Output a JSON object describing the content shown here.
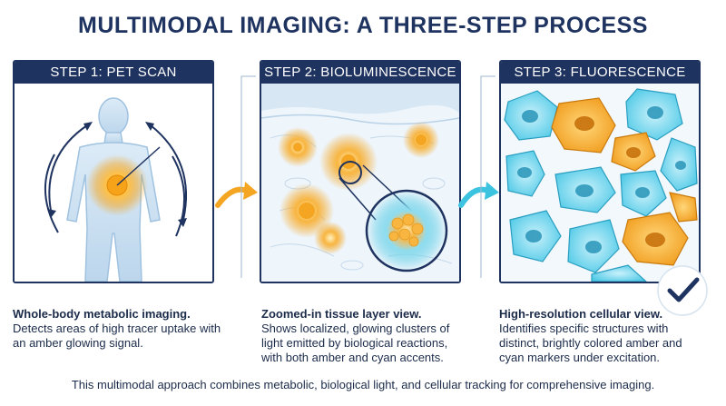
{
  "title": "MULTIMODAL IMAGING: A THREE-STEP PROCESS",
  "steps": [
    {
      "header": "STEP 1: PET SCAN",
      "lead": "Whole-body metabolic imaging.",
      "text": "Detects areas of high tracer uptake with an amber glowing signal."
    },
    {
      "header": "STEP 2: BIOLUMINESCENCE",
      "lead": "Zoomed-in tissue layer view.",
      "text": "Shows localized, glowing clusters of light emitted by biological reactions, with both amber and cyan accents."
    },
    {
      "header": "STEP 3: FLUORESCENCE",
      "lead": "High-resolution cellular view.",
      "text": "Identifies specific structures with distinct, brightly colored amber and cyan markers under excitation."
    }
  ],
  "footer": "This multimodal approach combines metabolic, biological light, and cellular tracking for comprehensive imaging.",
  "colors": {
    "navy": "#1f3360",
    "amber": "#f4a623",
    "cyan": "#3cc3e0",
    "body_blue": "#cfe3f3"
  },
  "icons": {
    "check": "checkmark-icon",
    "arrow": "curved-arrow-icon",
    "rotation": "rotation-arrows-icon"
  }
}
